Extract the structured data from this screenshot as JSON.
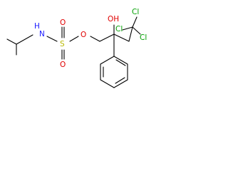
{
  "atoms": {
    "N": {
      "label": "N",
      "role": "nitrogen"
    },
    "H": {
      "label": "H",
      "role": "hydrogen"
    },
    "S": {
      "label": "S",
      "role": "sulfur"
    },
    "O_top": {
      "label": "O",
      "role": "oxygen"
    },
    "O_bottom": {
      "label": "O",
      "role": "oxygen"
    },
    "O_ester": {
      "label": "O",
      "role": "oxygen"
    },
    "OH": {
      "label": "OH",
      "role": "hydroxyl"
    },
    "Cl1": {
      "label": "Cl",
      "role": "chlorine"
    },
    "Cl2": {
      "label": "Cl",
      "role": "chlorine"
    },
    "Cl3": {
      "label": "Cl",
      "role": "chlorine"
    }
  },
  "colors": {
    "bond": "#000000",
    "sulfur": "#b8b800",
    "oxygen": "#e00000",
    "nitrogen": "#1a1aff",
    "chlorine": "#00a000",
    "background": "#ffffff"
  }
}
